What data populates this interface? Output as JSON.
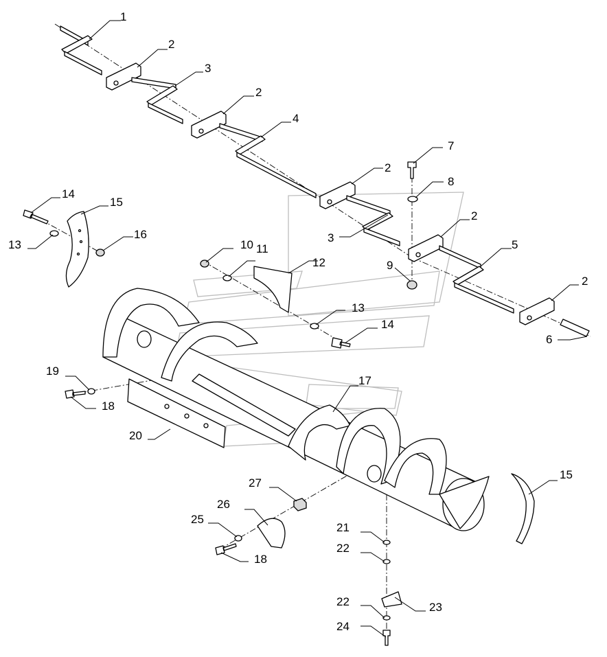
{
  "diagram": {
    "callouts": [
      "1",
      "2",
      "3",
      "2",
      "4",
      "2",
      "7",
      "8",
      "3",
      "2",
      "5",
      "9",
      "2",
      "6",
      "14",
      "15",
      "13",
      "16",
      "10",
      "11",
      "12",
      "13",
      "14",
      "17",
      "19",
      "18",
      "20",
      "27",
      "26",
      "25",
      "18",
      "21",
      "22",
      "22",
      "23",
      "24",
      "15"
    ]
  }
}
